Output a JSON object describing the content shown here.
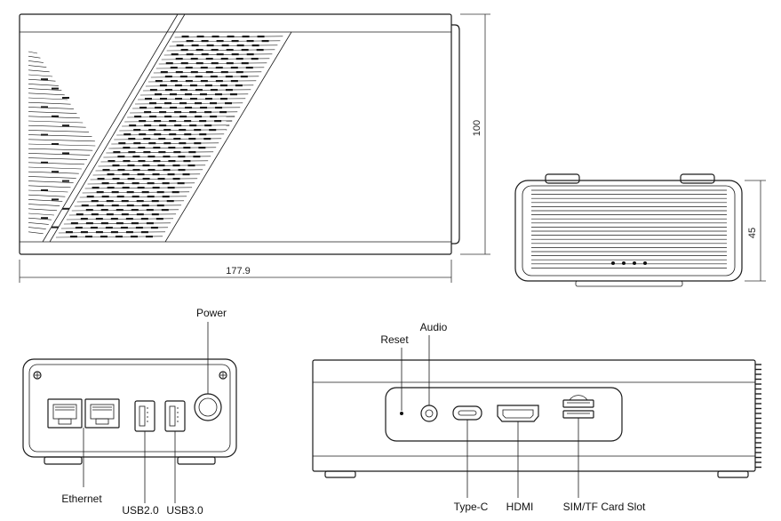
{
  "dimensions": {
    "length": "177.9",
    "width": "100",
    "height": "45"
  },
  "port_labels": {
    "power": "Power",
    "ethernet": "Ethernet",
    "usb20": "USB2.0",
    "usb30": "USB3.0",
    "reset": "Reset",
    "audio": "Audio",
    "typec": "Type-C",
    "hdmi": "HDMI",
    "sim_tf": "SIM/TF Card Slot"
  }
}
